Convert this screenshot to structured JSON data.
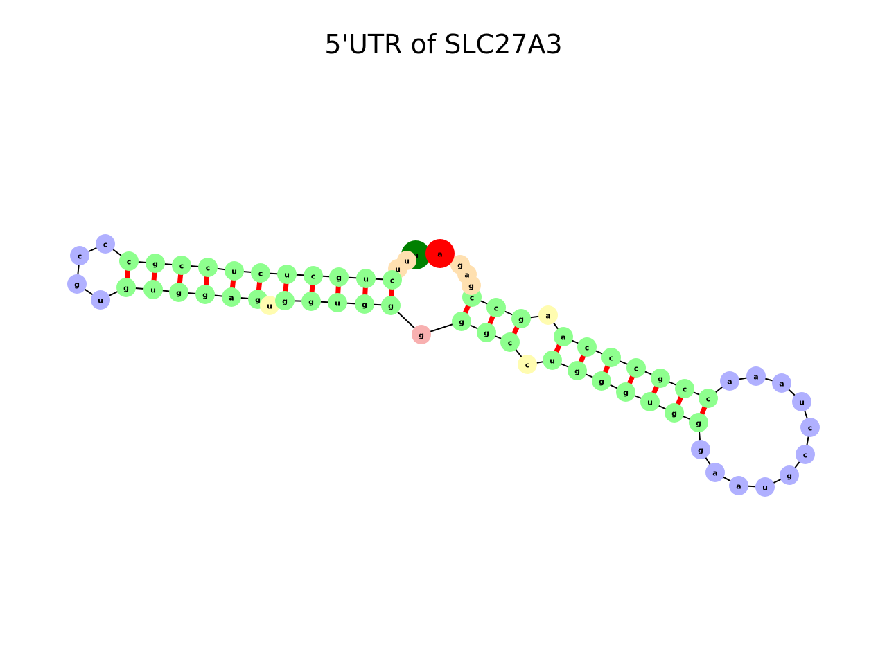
{
  "title": "5'UTR of SLC27A3",
  "colors": {
    "stem": "#8eff8e",
    "hairpin_loop": "#b0b0ff",
    "bulge": "#fffcb0",
    "multiloop": "#f8b0b0",
    "dangling_end": "#ffe0b0",
    "five_prime_end": "#008000",
    "three_prime_end": "#ff0000",
    "backbone": "#000000",
    "pair_bond": "#ff0000"
  },
  "nucleotides": [
    {
      "id": 1,
      "base": "u",
      "type": "five_prime_end"
    },
    {
      "id": 2,
      "base": "u",
      "type": "dangling_end"
    },
    {
      "id": 3,
      "base": "u",
      "type": "dangling_end"
    },
    {
      "id": 4,
      "base": "c",
      "type": "stem"
    },
    {
      "id": 5,
      "base": "u",
      "type": "stem"
    },
    {
      "id": 6,
      "base": "g",
      "type": "stem"
    },
    {
      "id": 7,
      "base": "c",
      "type": "stem"
    },
    {
      "id": 8,
      "base": "u",
      "type": "stem"
    },
    {
      "id": 9,
      "base": "c",
      "type": "stem"
    },
    {
      "id": 10,
      "base": "u",
      "type": "stem"
    },
    {
      "id": 11,
      "base": "c",
      "type": "stem"
    },
    {
      "id": 12,
      "base": "c",
      "type": "stem"
    },
    {
      "id": 13,
      "base": "g",
      "type": "stem"
    },
    {
      "id": 14,
      "base": "c",
      "type": "stem"
    },
    {
      "id": 15,
      "base": "c",
      "type": "hairpin_loop"
    },
    {
      "id": 16,
      "base": "c",
      "type": "hairpin_loop"
    },
    {
      "id": 17,
      "base": "g",
      "type": "hairpin_loop"
    },
    {
      "id": 18,
      "base": "u",
      "type": "hairpin_loop"
    },
    {
      "id": 19,
      "base": "g",
      "type": "stem"
    },
    {
      "id": 20,
      "base": "u",
      "type": "stem"
    },
    {
      "id": 21,
      "base": "g",
      "type": "stem"
    },
    {
      "id": 22,
      "base": "g",
      "type": "stem"
    },
    {
      "id": 23,
      "base": "a",
      "type": "stem"
    },
    {
      "id": 24,
      "base": "g",
      "type": "stem"
    },
    {
      "id": 25,
      "base": "u",
      "type": "bulge"
    },
    {
      "id": 26,
      "base": "g",
      "type": "stem"
    },
    {
      "id": 27,
      "base": "g",
      "type": "stem"
    },
    {
      "id": 28,
      "base": "u",
      "type": "stem"
    },
    {
      "id": 29,
      "base": "g",
      "type": "stem"
    },
    {
      "id": 30,
      "base": "g",
      "type": "stem"
    },
    {
      "id": 31,
      "base": "g",
      "type": "multiloop"
    },
    {
      "id": 32,
      "base": "g",
      "type": "stem"
    },
    {
      "id": 33,
      "base": "g",
      "type": "stem"
    },
    {
      "id": 34,
      "base": "c",
      "type": "stem"
    },
    {
      "id": 35,
      "base": "c",
      "type": "bulge"
    },
    {
      "id": 36,
      "base": "u",
      "type": "stem"
    },
    {
      "id": 37,
      "base": "g",
      "type": "stem"
    },
    {
      "id": 38,
      "base": "g",
      "type": "stem"
    },
    {
      "id": 39,
      "base": "g",
      "type": "stem"
    },
    {
      "id": 40,
      "base": "u",
      "type": "stem"
    },
    {
      "id": 41,
      "base": "g",
      "type": "stem"
    },
    {
      "id": 42,
      "base": "g",
      "type": "stem"
    },
    {
      "id": 43,
      "base": "g",
      "type": "hairpin_loop"
    },
    {
      "id": 44,
      "base": "a",
      "type": "hairpin_loop"
    },
    {
      "id": 45,
      "base": "a",
      "type": "hairpin_loop"
    },
    {
      "id": 46,
      "base": "u",
      "type": "hairpin_loop"
    },
    {
      "id": 47,
      "base": "g",
      "type": "hairpin_loop"
    },
    {
      "id": 48,
      "base": "c",
      "type": "hairpin_loop"
    },
    {
      "id": 49,
      "base": "c",
      "type": "hairpin_loop"
    },
    {
      "id": 50,
      "base": "u",
      "type": "hairpin_loop"
    },
    {
      "id": 51,
      "base": "a",
      "type": "hairpin_loop"
    },
    {
      "id": 52,
      "base": "a",
      "type": "hairpin_loop"
    },
    {
      "id": 53,
      "base": "a",
      "type": "hairpin_loop"
    },
    {
      "id": 54,
      "base": "c",
      "type": "stem"
    },
    {
      "id": 55,
      "base": "c",
      "type": "stem"
    },
    {
      "id": 56,
      "base": "g",
      "type": "stem"
    },
    {
      "id": 57,
      "base": "c",
      "type": "stem"
    },
    {
      "id": 58,
      "base": "c",
      "type": "stem"
    },
    {
      "id": 59,
      "base": "c",
      "type": "stem"
    },
    {
      "id": 60,
      "base": "a",
      "type": "stem"
    },
    {
      "id": 61,
      "base": "a",
      "type": "bulge"
    },
    {
      "id": 62,
      "base": "g",
      "type": "stem"
    },
    {
      "id": 63,
      "base": "c",
      "type": "stem"
    },
    {
      "id": 64,
      "base": "c",
      "type": "stem"
    },
    {
      "id": 65,
      "base": "g",
      "type": "dangling_end"
    },
    {
      "id": 66,
      "base": "a",
      "type": "dangling_end"
    },
    {
      "id": 67,
      "base": "g",
      "type": "dangling_end"
    },
    {
      "id": 68,
      "base": "a",
      "type": "three_prime_end"
    }
  ],
  "base_pairs": [
    [
      4,
      30
    ],
    [
      5,
      29
    ],
    [
      6,
      28
    ],
    [
      7,
      27
    ],
    [
      8,
      26
    ],
    [
      9,
      24
    ],
    [
      10,
      23
    ],
    [
      11,
      22
    ],
    [
      12,
      21
    ],
    [
      13,
      20
    ],
    [
      14,
      19
    ],
    [
      32,
      64
    ],
    [
      33,
      63
    ],
    [
      34,
      62
    ],
    [
      36,
      60
    ],
    [
      37,
      59
    ],
    [
      38,
      58
    ],
    [
      39,
      57
    ],
    [
      40,
      56
    ],
    [
      41,
      55
    ],
    [
      42,
      54
    ]
  ]
}
